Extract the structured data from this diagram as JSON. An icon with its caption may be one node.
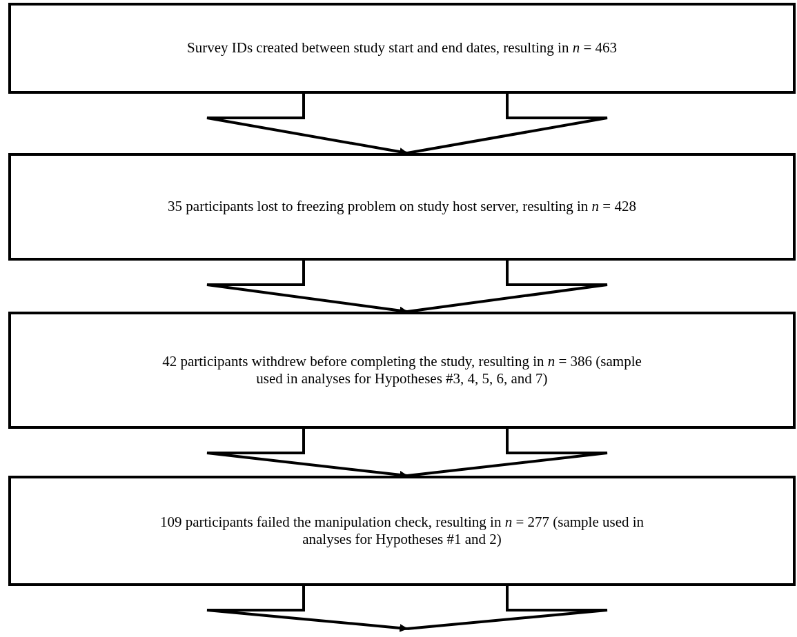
{
  "diagram": {
    "nodes": [
      {
        "text": [
          "Survey IDs created between study start and end dates, resulting in *n* = 463"
        ]
      },
      {
        "text": [
          "35 participants lost to freezing problem on study host server, resulting in *n* = 428"
        ]
      },
      {
        "text": [
          "42 participants withdrew before completing the study, resulting in *n* = 386 (sample used in analyses for Hypotheses #3, 4, 5, 6, and 7)"
        ]
      },
      {
        "text": [
          "109 participants failed the manipulation check, resulting in *n* = 277 (sample used in analyses for Hypotheses #1 and 2)"
        ]
      }
    ],
    "edges": [
      {
        "from": 0,
        "to": 1,
        "arrow": "to"
      },
      {
        "from": 1,
        "to": 2,
        "arrow": "to"
      },
      {
        "from": 2,
        "to": 3,
        "arrow": "to"
      },
      {
        "from": 3,
        "to": null,
        "arrow": "to"
      }
    ]
  }
}
